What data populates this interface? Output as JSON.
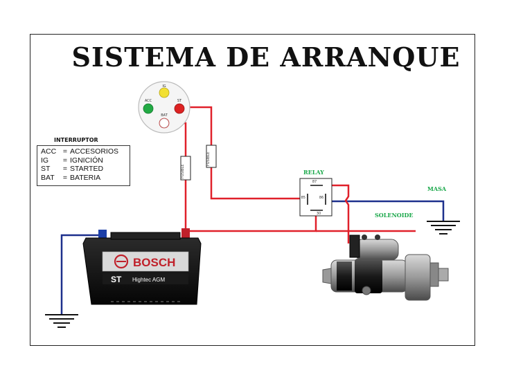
{
  "title": "SISTEMA DE ARRANQUE",
  "legend": {
    "heading": "INTERRUPTOR",
    "rows": [
      {
        "key": "ACC",
        "eq": "=",
        "value": "ACCESORIOS"
      },
      {
        "key": "IG",
        "eq": "=",
        "value": "IGNICIÓN"
      },
      {
        "key": "ST",
        "eq": "=",
        "value": "STARTED"
      },
      {
        "key": "BAT",
        "eq": "=",
        "value": "BATERIA"
      }
    ]
  },
  "ignition_switch": {
    "terminals": {
      "ig": "IG",
      "acc": "ACC",
      "st": "ST",
      "bat": "BAT"
    },
    "colors": {
      "ig": "#f2e033",
      "acc": "#22aa44",
      "st": "#dd2222",
      "bat": "#ffffff"
    }
  },
  "fuses": {
    "left": "FUSIBLE",
    "right": "FUSIBLE"
  },
  "relay": {
    "label": "RELAY",
    "pins": {
      "p87": "87",
      "p85": "85",
      "p86": "86",
      "p30": "30"
    }
  },
  "labels": {
    "masa": "MASA",
    "solenoide": "SOLENOIDE"
  },
  "battery": {
    "brand": "BOSCH",
    "model": "ST",
    "line": "Hightec AGM"
  },
  "colors": {
    "positive_wire": "#e0202a",
    "ground_wire": "#1c2f8c",
    "label_green": "#1aa84a"
  }
}
